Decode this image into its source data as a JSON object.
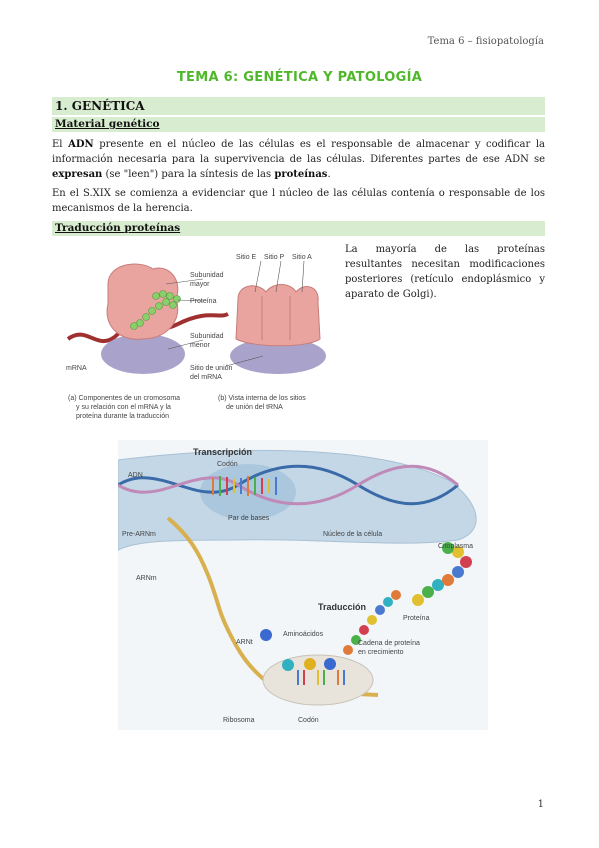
{
  "header": {
    "running_title": "Tema 6 – fisiopatología"
  },
  "title": "TEMA 6: GENÉTICA Y PATOLOGÍA",
  "section1": {
    "heading": "1. GENÉTICA",
    "sub1": {
      "heading": "Material genético",
      "p1": {
        "t1": "El ",
        "b1": "ADN",
        "t2": " presente en el núcleo de las células es el responsable de almacenar y codificar la información necesaria para la supervivencia de las células. Diferentes partes de ese ADN se ",
        "b2": "expresan",
        "t3": " (se \"leen\") para la síntesis de las ",
        "b3": "proteínas",
        "t4": "."
      },
      "p2": "En el S.XIX se comienza a evidenciar que l núcleo de las células contenía o responsable de los mecanismos de la herencia."
    },
    "sub2": {
      "heading": "Traducción proteínas",
      "side_text": "La mayoría de las proteínas resultantes necesitan modificaciones posteriores (retículo endoplásmico y aparato de Golgi)."
    }
  },
  "figure1": {
    "labels": {
      "sitio_e": "Sitio E",
      "sitio_p": "Sitio P",
      "sitio_a": "Sitio A",
      "subunidad_mayor_1": "Subunidad",
      "subunidad_mayor_2": "mayor",
      "proteina": "Proteína",
      "subunidad_menor_1": "Subunidad",
      "subunidad_menor_2": "menor",
      "mrna": "mRNA",
      "sitio_union_1": "Sitio de unión",
      "sitio_union_2": "del mRNA"
    },
    "caption_a": [
      "(a) Componentes de un cromosoma",
      "y su relación con el mRNA y la",
      "proteína durante la traducción"
    ],
    "caption_b": [
      "(b) Vista interna de los sitios",
      "de unión del tRNA"
    ]
  },
  "figure2": {
    "labels": {
      "transcripcion": "Transcripción",
      "codon_top": "Codón",
      "adn": "ADN",
      "par_bases": "Par de bases",
      "pre_arnm": "Pre-ARNm",
      "nucleo": "Núcleo de la célula",
      "citoplasma": "Citoplasma",
      "arnm": "ARNm",
      "traduccion": "Traducción",
      "proteina": "Proteína",
      "arnt": "ARNt",
      "aminoacidos": "Aminoácidos",
      "cadena_1": "Cadena de proteína",
      "cadena_2": "en crecimiento",
      "ribosoma": "Ribosoma",
      "codon_bottom": "Codón"
    }
  },
  "footer": {
    "page_number": "1"
  }
}
